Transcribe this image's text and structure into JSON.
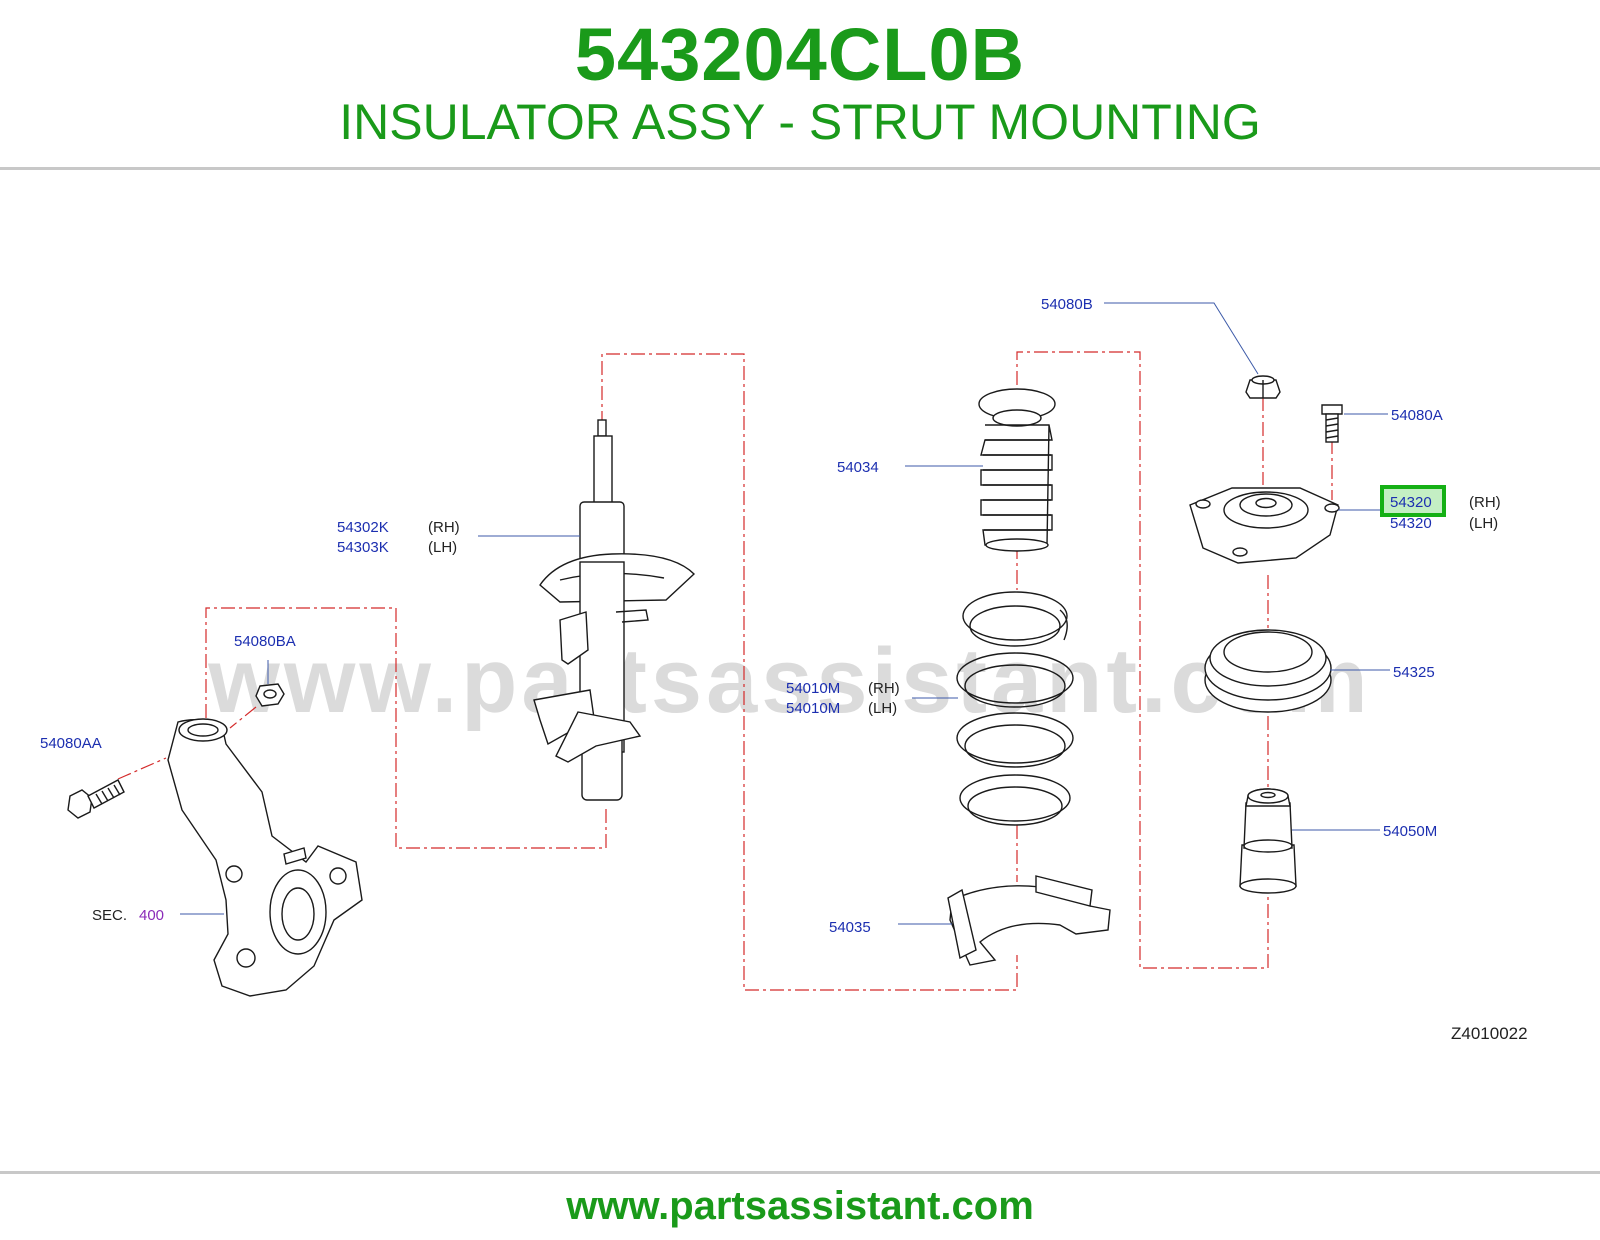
{
  "header": {
    "part_number": "543204CL0B",
    "part_title": "INSULATOR ASSY - STRUT MOUNTING"
  },
  "colors": {
    "brand_green": "#1a9a1a",
    "callout_blue": "#1c2fb0",
    "section_purple": "#8a2bb8",
    "guide_red": "#d42a2a",
    "highlight_green": "#15b015",
    "highlight_fill": "#c4efc4",
    "watermark_gray": "#cfcfcf"
  },
  "watermark": "www.partsassistant.com",
  "diagram": {
    "callouts": {
      "c54080B": "54080B",
      "c54080A": "54080A",
      "c54320_rh": "54320",
      "c54320_lh": "54320",
      "c54325": "54325",
      "c54050M": "54050M",
      "c54034": "54034",
      "c54302K": "54302K",
      "c54303K": "54303K",
      "c54010M_rh": "54010M",
      "c54010M_lh": "54010M",
      "c54035": "54035",
      "c54080BA": "54080BA",
      "c54080AA": "54080AA",
      "sec_number": "400"
    },
    "labels": {
      "rh": "(RH)",
      "lh": "(LH)",
      "sec": "SEC."
    },
    "figure_code": "Z4010022"
  },
  "footer": {
    "url": "www.partsassistant.com"
  }
}
